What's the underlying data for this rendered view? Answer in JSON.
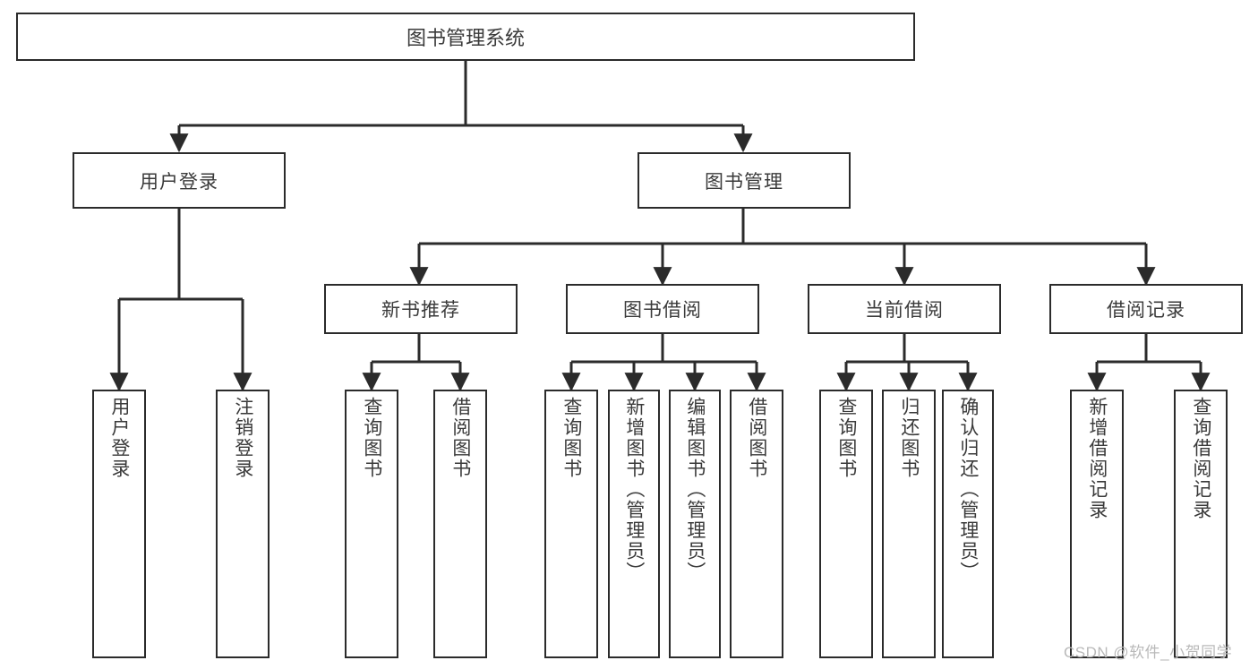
{
  "diagram": {
    "title": "图书管理系统",
    "type": "tree",
    "colors": {
      "box_border": "#2b2b2b",
      "box_fill": "#ffffff",
      "text": "#3a3a3a",
      "connector": "#2b2b2b",
      "watermark": "#b9b9b9"
    },
    "root": {
      "label": "图书管理系统"
    },
    "level2": [
      {
        "label": "用户登录"
      },
      {
        "label": "图书管理"
      }
    ],
    "level3": [
      {
        "label": "新书推荐"
      },
      {
        "label": "图书借阅"
      },
      {
        "label": "当前借阅"
      },
      {
        "label": "借阅记录"
      }
    ],
    "leaves": {
      "user_login": [
        {
          "label": "用户登录"
        },
        {
          "label": "注销登录"
        }
      ],
      "new_book_recommend": [
        {
          "label": "查询图书"
        },
        {
          "label": "借阅图书"
        }
      ],
      "book_borrow": [
        {
          "label": "查询图书"
        },
        {
          "label": "新增图书（管理员）"
        },
        {
          "label": "编辑图书（管理员）"
        },
        {
          "label": "借阅图书"
        }
      ],
      "current_borrow": [
        {
          "label": "查询图书"
        },
        {
          "label": "归还图书"
        },
        {
          "label": "确认归还（管理员）"
        }
      ],
      "borrow_record": [
        {
          "label": "新增借阅记录"
        },
        {
          "label": "查询借阅记录"
        }
      ]
    }
  },
  "watermark": {
    "text": "CSDN @软件_小贺同学"
  }
}
